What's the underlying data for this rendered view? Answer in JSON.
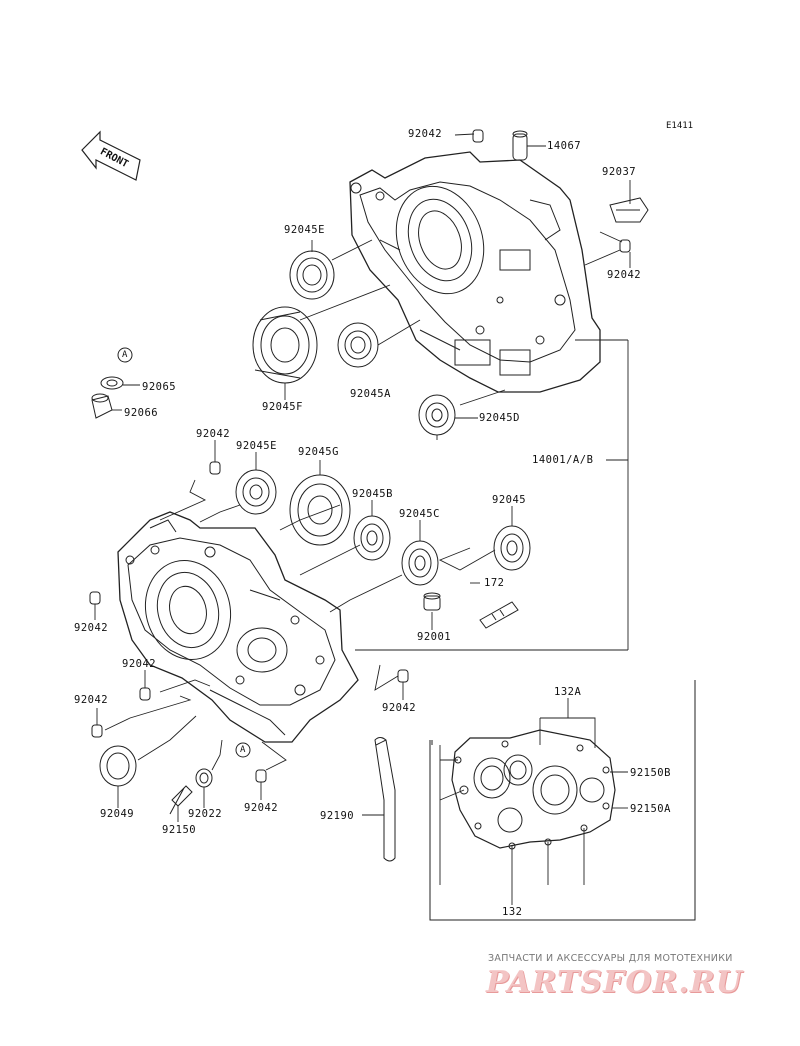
{
  "diagram": {
    "code": "E1411",
    "front_label": "FRONT",
    "labels": {
      "p92042_top": "92042",
      "p14067": "14067",
      "p92037": "92037",
      "p92042_r": "92042",
      "p92045E_top": "92045E",
      "p92045F": "92045F",
      "p92045A": "92045A",
      "p92045D": "92045D",
      "p14001": "14001/A/B",
      "p92065": "92065",
      "p92066": "92066",
      "a_marker_1": "A",
      "a_marker_2": "A",
      "p92042_l1": "92042",
      "p92045E_mid": "92045E",
      "p92045G": "92045G",
      "p92045B": "92045B",
      "p92045C": "92045C",
      "p92045": "92045",
      "p172": "172",
      "p92001": "92001",
      "p92042_l2": "92042",
      "p92042_l3": "92042",
      "p92042_l4": "92042",
      "p92042_b1": "92042",
      "p92042_b2": "92042",
      "p92049": "92049",
      "p92022": "92022",
      "p92150": "92150",
      "p92190": "92190",
      "p132A": "132A",
      "p92150B": "92150B",
      "p92150A": "92150A",
      "p132": "132"
    }
  },
  "watermark": {
    "tagline": "ЗАПЧАСТИ И АКСЕССУАРЫ ДЛЯ МОТОТЕХНИКИ",
    "logo": "PARTSFOR.RU"
  }
}
